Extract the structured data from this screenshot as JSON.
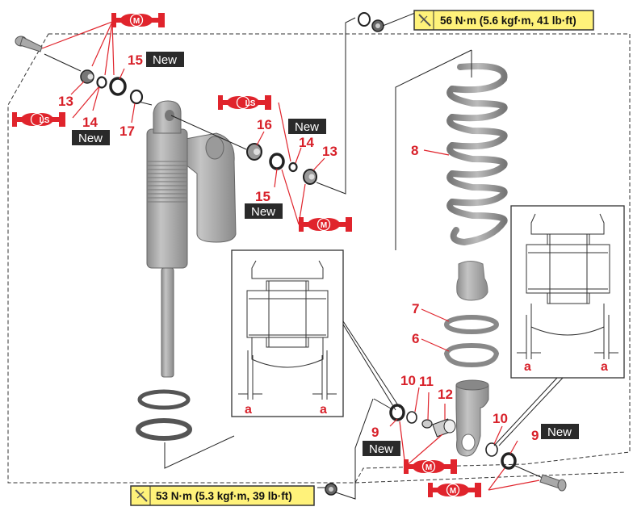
{
  "title": "Rear shock absorber assembly exploded view",
  "torque_specs": [
    {
      "id": "upper",
      "icon": "torque-wrench-icon",
      "text": "56 N·m (5.6 kgf·m, 41 lb·ft)"
    },
    {
      "id": "lower",
      "icon": "torque-wrench-icon",
      "text": "53 N·m (5.3 kgf·m, 39 lb·ft)"
    }
  ],
  "lubricants": {
    "M": "M",
    "LS": "LS"
  },
  "new_label": "New",
  "part_numbers": {
    "p6": "6",
    "p7": "7",
    "p8": "8",
    "p9a": "9",
    "p9b": "9",
    "p10a": "10",
    "p10b": "10",
    "p11": "11",
    "p12": "12",
    "p13a": "13",
    "p13b": "13",
    "p14a": "14",
    "p14b": "14",
    "p15a": "15",
    "p15b": "15",
    "p16": "16",
    "p17": "17"
  },
  "dimension_label": "a",
  "colors": {
    "callout_red": "#d8212a",
    "torque_bg": "#fff27a",
    "new_bg": "#2a2a2a",
    "part_gray": "#a9a9a9"
  }
}
